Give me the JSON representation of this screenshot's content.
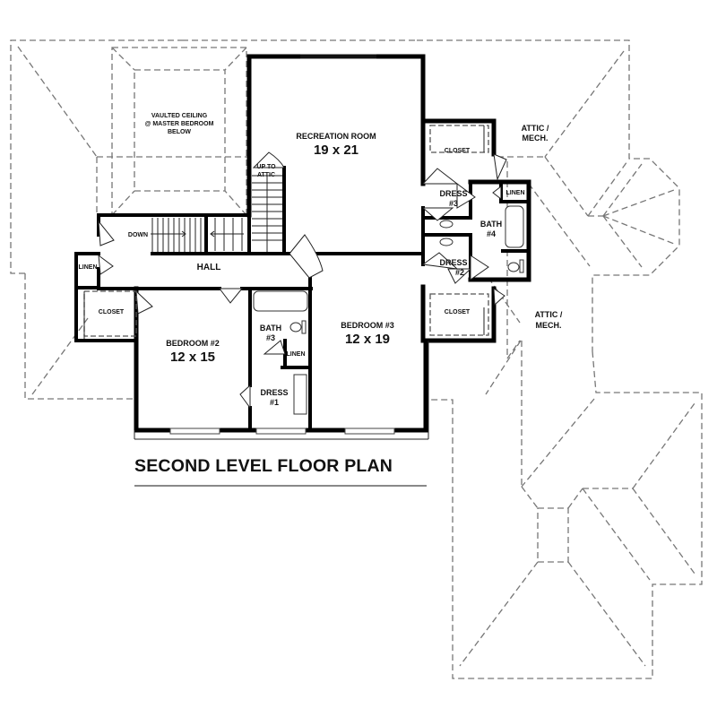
{
  "plan": {
    "title": "SECOND LEVEL FLOOR PLAN"
  },
  "rooms": {
    "recreation": {
      "name": "RECREATION ROOM",
      "size": "19 x 21"
    },
    "bedroom2": {
      "name": "BEDROOM #2",
      "size": "12 x 15"
    },
    "bedroom3": {
      "name": "BEDROOM #3",
      "size": "12 x 19"
    },
    "hall": {
      "name": "HALL"
    },
    "bath3": {
      "name": "BATH",
      "num": "#3"
    },
    "bath4": {
      "name": "BATH",
      "num": "#4"
    },
    "dress1": {
      "name": "DRESS",
      "num": "#1"
    },
    "dress2": {
      "name": "DRESS",
      "num": "#2"
    },
    "dress3": {
      "name": "DRESS",
      "num": "#3"
    },
    "closet_left": {
      "name": "CLOSET"
    },
    "closet_upper_right": {
      "name": "CLOSET"
    },
    "closet_lower_right": {
      "name": "CLOSET"
    },
    "linen_hall": {
      "name": "LINEN"
    },
    "linen_bath3": {
      "name": "LINEN"
    },
    "linen_bath4": {
      "name": "LINEN"
    }
  },
  "annotations": {
    "vaulted": {
      "line1": "VAULTED CEILING",
      "line2": "@ MASTER BEDROOM",
      "line3": "BELOW"
    },
    "stairs_down": "DOWN",
    "stairs_attic": {
      "line1": "UP TO",
      "line2": "ATTIC"
    },
    "attic_upper": {
      "line1": "ATTIC /",
      "line2": "MECH."
    },
    "attic_lower": {
      "line1": "ATTIC /",
      "line2": "MECH."
    }
  },
  "colors": {
    "wall": "#000000",
    "roof_outline": "#777777",
    "background": "#ffffff"
  }
}
